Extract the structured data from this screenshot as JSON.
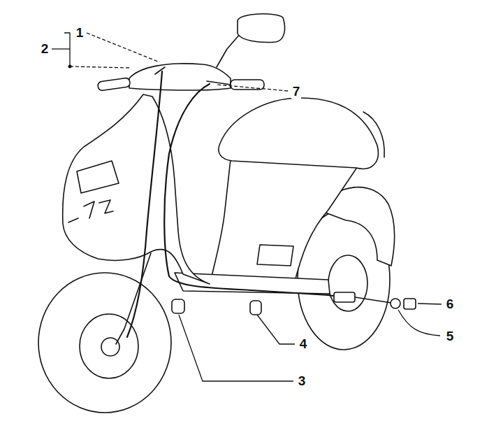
{
  "diagram": {
    "labels": [
      "1",
      "2",
      "7",
      "6",
      "5",
      "4",
      "3"
    ]
  }
}
